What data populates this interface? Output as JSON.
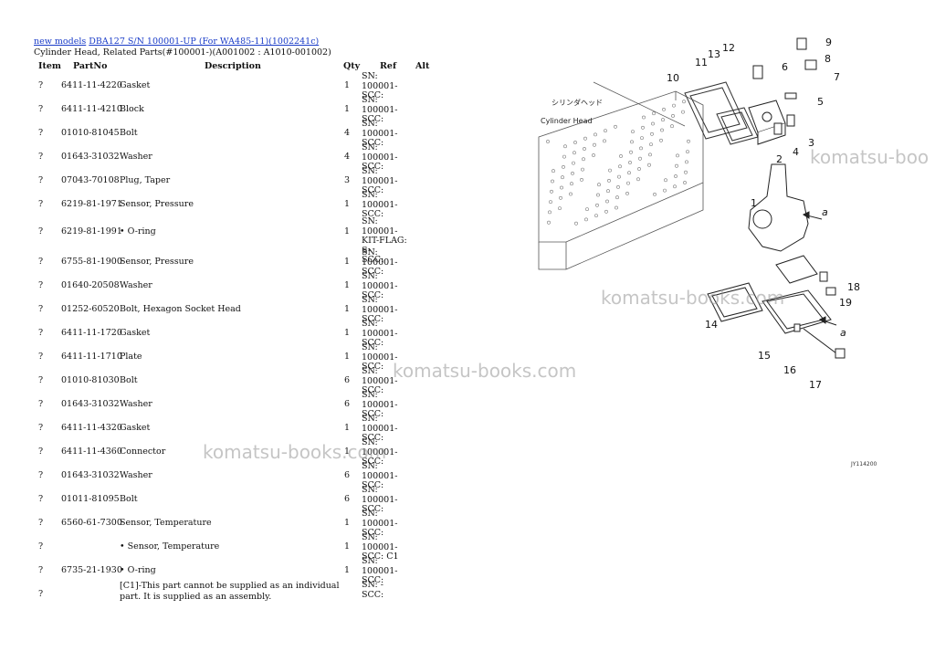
{
  "breadcrumb": {
    "link1": "new models",
    "link2": "DBA127 S/N 100001-UP (For WA485-11)(1002241c)"
  },
  "subtitle": "Cylinder Head, Related Parts(#100001-)(A001002 : A1010-001002)",
  "columns": {
    "item": "Item",
    "partno": "PartNo",
    "description": "Description",
    "qty": "Qty",
    "ref": "Ref",
    "alt": "Alt"
  },
  "rows": [
    {
      "item": "?",
      "partno": "6411-11-4220",
      "desc": "Gasket",
      "qty": "1",
      "ref": "SN: 100001-\nSCC:"
    },
    {
      "item": "?",
      "partno": "6411-11-4210",
      "desc": "Block",
      "qty": "1",
      "ref": "SN: 100001-\nSCC:"
    },
    {
      "item": "?",
      "partno": "01010-81045",
      "desc": "Bolt",
      "qty": "4",
      "ref": "SN: 100001-\nSCC:"
    },
    {
      "item": "?",
      "partno": "01643-31032",
      "desc": "Washer",
      "qty": "4",
      "ref": "SN: 100001-\nSCC:"
    },
    {
      "item": "?",
      "partno": "07043-70108",
      "desc": "Plug, Taper",
      "qty": "3",
      "ref": "SN: 100001-\nSCC:"
    },
    {
      "item": "?",
      "partno": "6219-81-1971",
      "desc": "Sensor, Pressure",
      "qty": "1",
      "ref": "SN: 100001-\nSCC:"
    },
    {
      "item": "?",
      "partno": "6219-81-1991",
      "desc": "• O-ring",
      "qty": "1",
      "ref": "SN: 100001-\nKIT-FLAG: S-\nSCC:"
    },
    {
      "item": "?",
      "partno": "6755-81-1900",
      "desc": "Sensor, Pressure",
      "qty": "1",
      "ref": "SN: 100001-\nSCC:"
    },
    {
      "item": "?",
      "partno": "01640-20508",
      "desc": "Washer",
      "qty": "1",
      "ref": "SN: 100001-\nSCC:"
    },
    {
      "item": "?",
      "partno": "01252-60520",
      "desc": "Bolt, Hexagon Socket Head",
      "qty": "1",
      "ref": "SN: 100001-\nSCC:"
    },
    {
      "item": "?",
      "partno": "6411-11-1720",
      "desc": "Gasket",
      "qty": "1",
      "ref": "SN: 100001-\nSCC:"
    },
    {
      "item": "?",
      "partno": "6411-11-1710",
      "desc": "Plate",
      "qty": "1",
      "ref": "SN: 100001-\nSCC:"
    },
    {
      "item": "?",
      "partno": "01010-81030",
      "desc": "Bolt",
      "qty": "6",
      "ref": "SN: 100001-\nSCC:"
    },
    {
      "item": "?",
      "partno": "01643-31032",
      "desc": "Washer",
      "qty": "6",
      "ref": "SN: 100001-\nSCC:"
    },
    {
      "item": "?",
      "partno": "6411-11-4320",
      "desc": "Gasket",
      "qty": "1",
      "ref": "SN: 100001-\nSCC:"
    },
    {
      "item": "?",
      "partno": "6411-11-4360",
      "desc": "Connector",
      "qty": "1",
      "ref": "SN: 100001-\nSCC:"
    },
    {
      "item": "?",
      "partno": "01643-31032",
      "desc": "Washer",
      "qty": "6",
      "ref": "SN: 100001-\nSCC:"
    },
    {
      "item": "?",
      "partno": "01011-81095",
      "desc": "Bolt",
      "qty": "6",
      "ref": "SN: 100001-\nSCC:"
    },
    {
      "item": "?",
      "partno": "6560-61-7300",
      "desc": "Sensor, Temperature",
      "qty": "1",
      "ref": "SN: 100001-\nSCC:"
    },
    {
      "item": "?",
      "partno": "",
      "desc": "• Sensor, Temperature",
      "qty": "1",
      "ref": "SN: 100001-\nSCC: C1"
    },
    {
      "item": "?",
      "partno": "6735-21-1930",
      "desc": "• O-ring",
      "qty": "1",
      "ref": "SN: 100001-\nSCC:"
    }
  ],
  "note_row": {
    "item": "?",
    "note": "[C1]-This part cannot be supplied as an individual part. It is supplied as an assembly.",
    "ref": "SN: -\nSCC:"
  },
  "diagram": {
    "cylinder_head_jp": "シリンダヘッド",
    "cylinder_head_label": "Cylinder Head",
    "figure_code": "JY114200",
    "callouts": [
      "1",
      "2",
      "3",
      "4",
      "5",
      "6",
      "7",
      "8",
      "9",
      "10",
      "11",
      "12",
      "13",
      "14",
      "15",
      "16",
      "17",
      "18",
      "19",
      "a",
      "a"
    ]
  },
  "watermark": "komatsu-books.com",
  "watermark_short": "komatsu-boo"
}
